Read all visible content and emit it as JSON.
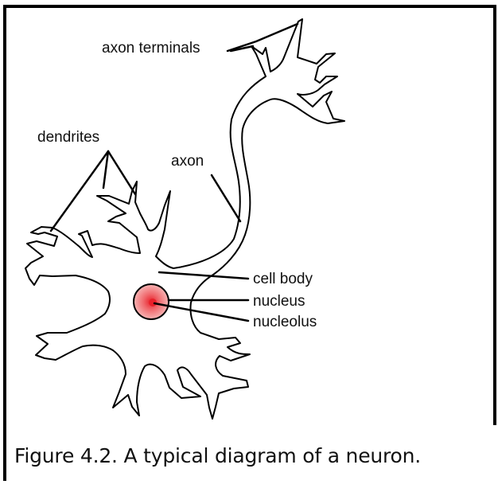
{
  "diagram": {
    "labels": {
      "axon_terminals": "axon terminals",
      "dendrites": "dendrites",
      "axon": "axon",
      "cell_body": "cell body",
      "nucleus": "nucleus",
      "nucleolus": "nucleolus"
    },
    "colors": {
      "border": "#000000",
      "outline": "#000000",
      "nucleus_fill": "#f28b8b",
      "nucleolus_fill": "#e8202a"
    }
  },
  "caption": {
    "text": "Figure 4.2. A typical diagram of a neuron."
  }
}
